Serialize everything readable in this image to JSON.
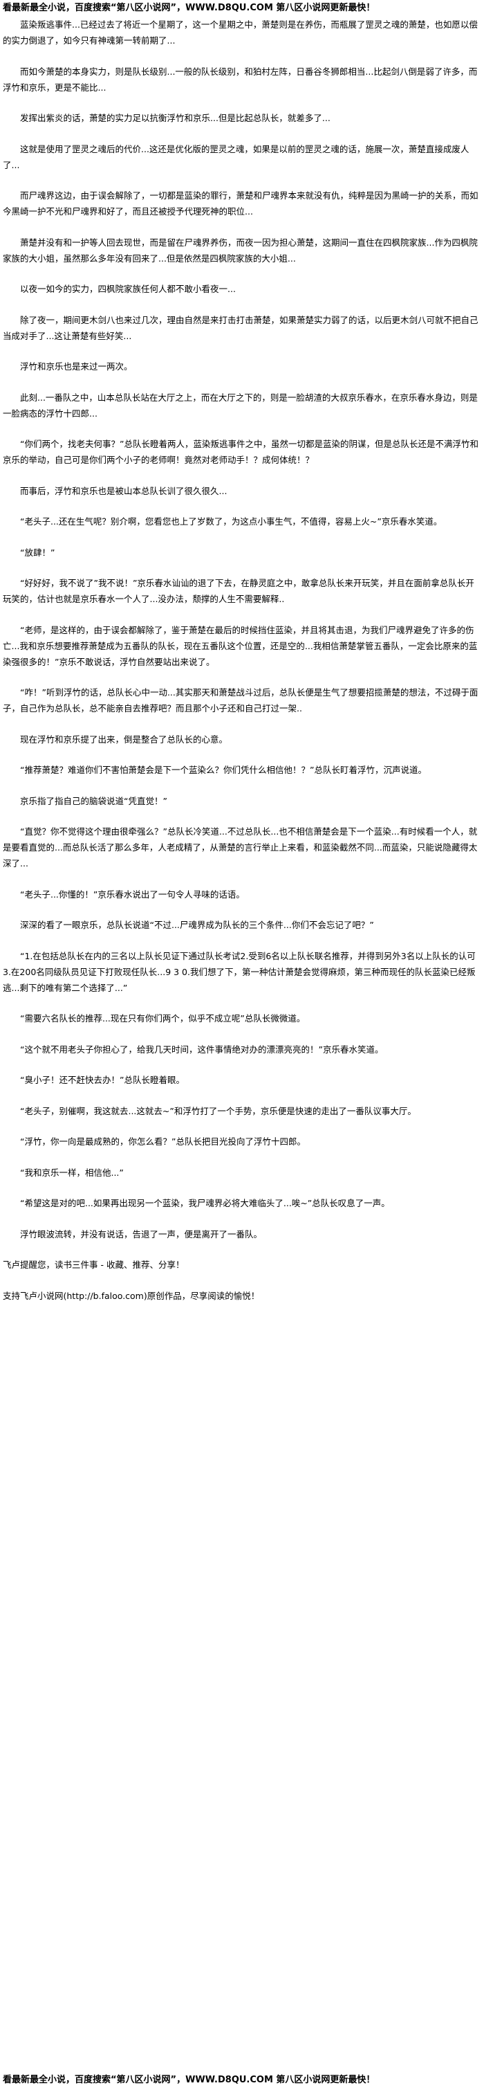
{
  "banner": "看最新最全小说，百度搜索“第八区小说网”，WWW.D8QU.COM 第八区小说网更新最快！",
  "paragraphs": [
    "　　蓝染叛逃事件...已经过去了将近一个星期了，这一个星期之中，萧楚则是在养伤，而瓶展了罡灵之魂的萧楚，也如愿以偿的实力倒退了，如今只有神魂第一转前期了...",
    "　　而如今萧楚的本身实力，则是队长级别...一般的队长级别，和狛村左阵，日番谷冬狮郎相当...比起剑八倒是弱了许多，而浮竹和京乐，更是不能比...",
    "　　发挥出紫炎的话，萧楚的实力足以抗衡浮竹和京乐...但是比起总队长，就差多了...",
    "　　这就是使用了罡灵之魂后的代价...这还是优化版的罡灵之魂，如果是以前的罡灵之魂的话，施展一次，萧楚直接成废人了...",
    "　　而尸魂界这边，由于误会解除了，一切都是蓝染的罪行，萧楚和尸魂界本来就没有仇，纯粹是因为黑崎一护的关系，而如今黑崎一护不光和尸魂界和好了，而且还被授予代理死神的职位...",
    "　　萧楚并没有和一护等人回去现世，而是留在尸魂界养伤，而夜一因为担心萧楚，这期间一直住在四枫院家族...作为四枫院家族的大小姐，虽然那么多年没有回来了...但是依然是四枫院家族的大小姐...",
    "　　以夜一如今的实力，四枫院家族任何人都不敢小看夜一...",
    "　　除了夜一，期间更木剑八也来过几次，理由自然是来打击打击萧楚，如果萧楚实力弱了的话，以后更木剑八可就不把自己当成对手了...这让萧楚有些好笑...",
    "　　浮竹和京乐也是来过一两次。",
    "　　此刻...一番队之中，山本总队长站在大厅之上，而在大厅之下的，则是一脸胡渣的大叔京乐春水，在京乐春水身边，则是一脸病态的浮竹十四郎...",
    "　　“你们两个，找老夫何事？”总队长瞪着两人，蓝染叛逃事件之中，虽然一切都是蓝染的阴谋，但是总队长还是不满浮竹和京乐的举动，自己可是你们两个小子的老师啊！竟然对老师动手！？成何体统！？",
    "　　而事后，浮竹和京乐也是被山本总队长训了很久很久...",
    "　　“老头子...还在生气呢？别介啊，您看您也上了岁数了，为这点小事生气，不值得，容易上火~”京乐春水笑道。",
    "　　“放肆！”",
    "　　“好好好，我不说了”我不说！”京乐春水讪讪的退了下去，在静灵庭之中，敢拿总队长来开玩笑，并且在面前拿总队长开玩笑的，估计也就是京乐春水一个人了...没办法，颓撑的人生不需要解释..",
    "　　“老师，是这样的，由于误会都解除了，鉴于萧楚在最后的时候挡住蓝染，并且将其击退，为我们尸魂界避免了许多的伤亡...我和京乐想要推荐萧楚成为五番队的队长，现在五番队这个位置，还是空的...我相信萧楚掌管五番队，一定会比原来的蓝染强很多的！”京乐不敢说话，浮竹自然要站出来说了。",
    "　　“咋！”听到浮竹的话，总队长心中一动...其实那天和萧楚战斗过后，总队长便是生气了想要招揽萧楚的想法，不过碍于面子，自己作为总队长，总不能亲自去推荐吧？而且那个小子还和自己打过一架..",
    "　　现在浮竹和京乐提了出来，倒是整合了总队长的心意。",
    "　　“推荐萧楚？难道你们不害怕萧楚会是下一个蓝染么？你们凭什么相信他！？”总队长盯着浮竹，沉声说道。",
    "　　京乐指了指自己的脑袋说道“凭直觉！”",
    "　　“直觉？你不觉得这个理由很牵强么？”总队长冷笑道...不过总队长...也不相信萧楚会是下一个蓝染...有时候看一个人，就是要看直觉的...而总队长活了那么多年，人老成精了，从萧楚的言行举止上来看，和蓝染截然不同...而蓝染，只能说隐藏得太深了...",
    "　　“老头子...你懂的！”京乐春水说出了一句令人寻味的话语。",
    "　　深深的看了一眼京乐，总队长说道“不过...尸魂界成为队长的三个条件...你们不会忘记了吧？”",
    "　　“1.在包括总队长在内的三名以上队长见证下通过队长考试2.受到6名以上队长联名推荐，并得到另外3名以上队长的认可3.在200名同级队员见证下打败现任队长...9 3 0.我们想了下，第一种估计萧楚会觉得麻烦，第三种而现任的队长蓝染已经叛逃...剩下的唯有第二个选择了...”",
    "　　“需要六名队长的推荐...现在只有你们两个，似乎不成立呢”总队长微微道。",
    "　　“这个就不用老头子你担心了，给我几天时间，这件事情绝对办的漂漂亮亮的！”京乐春水笑道。",
    "　　“臭小子！还不赶快去办！”总队长瞪着眼。",
    "　　“老头子，别催啊，我这就去...这就去~”和浮竹打了一个手势，京乐便是快速的走出了一番队议事大厅。",
    "　　“浮竹，你一向是最成熟的，你怎么看？”总队长把目光投向了浮竹十四郎。",
    "　　“我和京乐一样，相信他...”",
    "　　“希望这是对的吧...如果再出现另一个蓝染，我尸魂界必将大难临头了...唉~”总队长叹息了一声。",
    "　　浮竹眼波流转，并没有说话，告退了一声，便是离开了一番队。",
    "飞卢提醒您，读书三件事 - 收藏、推荐、分享！",
    "支持飞卢小说网(http://b.faloo.com)原创作品，尽享阅读的愉悦！"
  ]
}
